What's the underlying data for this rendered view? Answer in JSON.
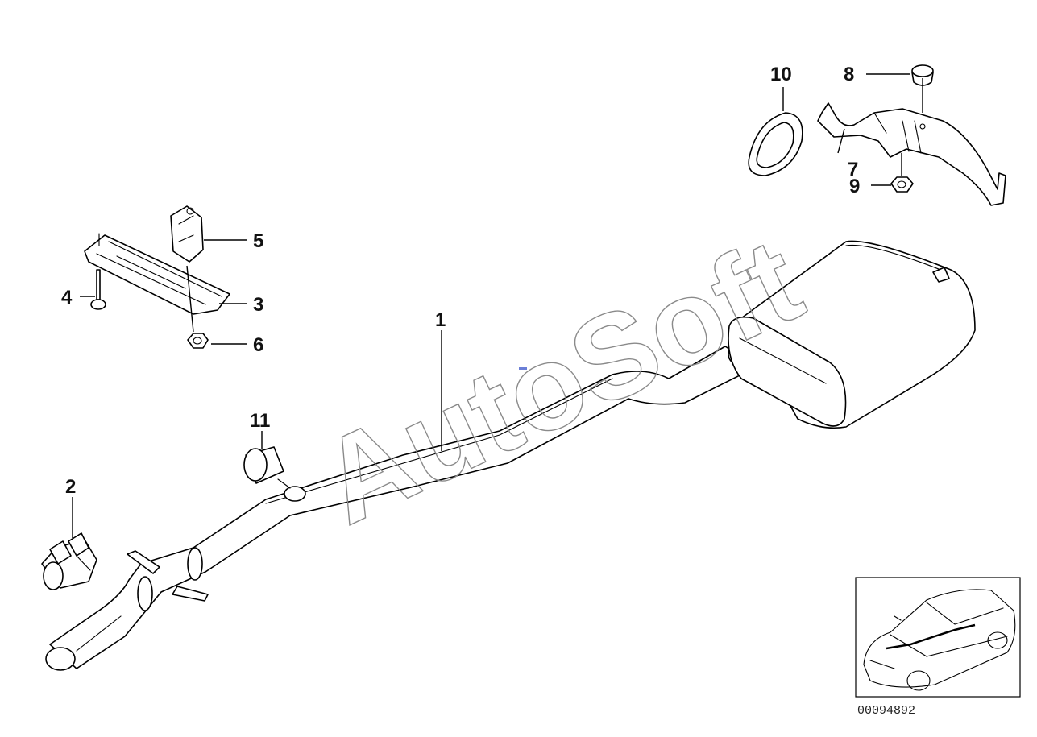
{
  "watermark": "AutoSoft",
  "diagram_number": "00094892",
  "callouts": {
    "c1": "1",
    "c2": "2",
    "c3": "3",
    "c4": "4",
    "c5": "5",
    "c6": "6",
    "c7": "7",
    "c8": "8",
    "c9": "9",
    "c10": "10",
    "c11": "11"
  },
  "colors": {
    "line": "#000000",
    "watermark_stroke": "#8a8a8a",
    "marker": "#6b7fd7",
    "background": "#ffffff"
  }
}
